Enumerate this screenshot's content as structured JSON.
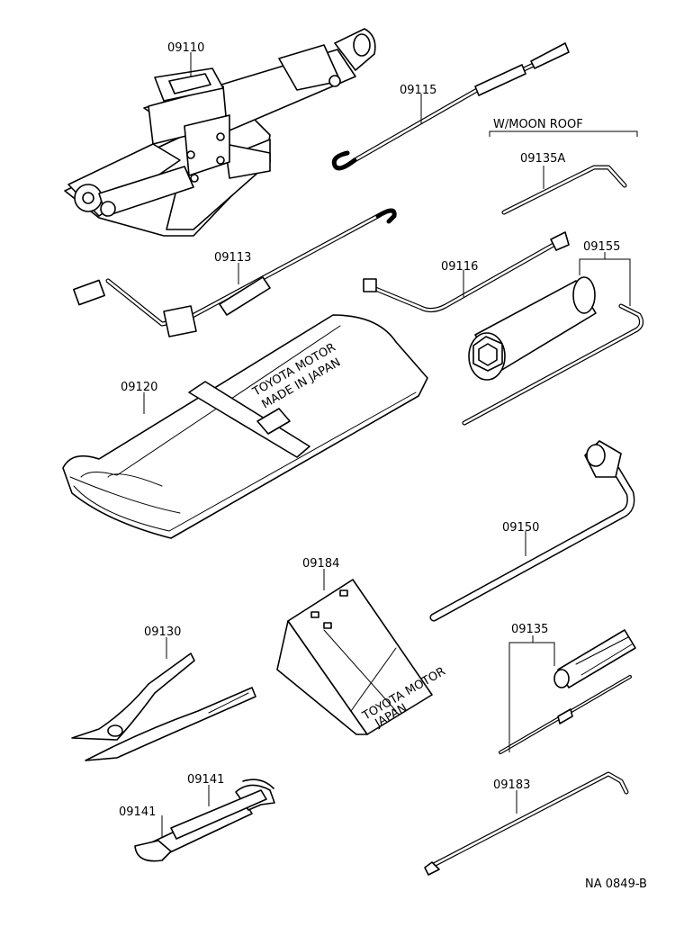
{
  "labels": {
    "jack": "09110",
    "jack_handle_rod": "09115",
    "moon_roof_heading": "W/MOON ROOF",
    "moon_roof_wrench": "09135A",
    "jack_handle": "09113",
    "jack_handle_ext": "09116",
    "plug_wrench_set": "09155",
    "tool_bag": "09120",
    "tool_bag_print": "TOYOTA MOTOR",
    "tool_bag_print2": "MADE IN JAPAN",
    "wheel_wrench": "09150",
    "wheel_chock": "09184",
    "chock_print": "TOYOTA MOTOR",
    "chock_print2": "JAPAN",
    "pliers": "09130",
    "screwdriver_set": "09135",
    "wrench_a": "09141",
    "wrench_b": "09141",
    "hook_bar": "09183",
    "drawing_code": "NA 0849-B"
  }
}
